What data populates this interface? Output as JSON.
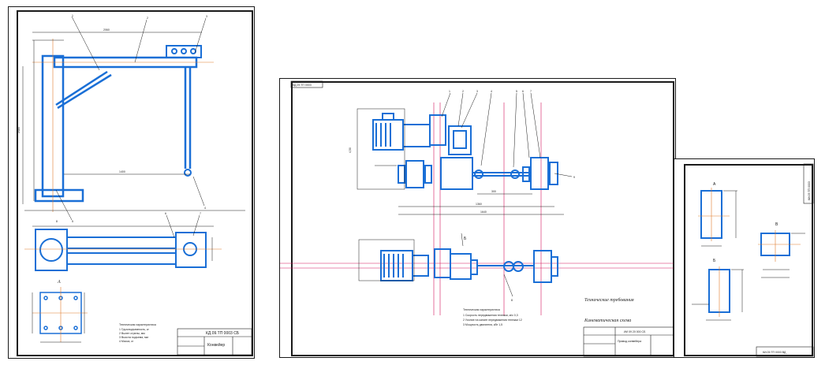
{
  "colors": {
    "part": "#1a6fd6",
    "axis": "#d4145a",
    "centerline": "#e07a2a",
    "line": "#1a1a1a"
  },
  "sheet1": {
    "title_code": "КД.09.ТП 0003 СБ",
    "title_name": "Конвейер",
    "view_label": "А",
    "leaders": [
      "1",
      "2",
      "3",
      "4",
      "5",
      "6",
      "7",
      "8"
    ],
    "notes": [
      "Техническая характеристика",
      "1 Грузоподъемность, кг",
      "2 Вылет стрелы, мм",
      "3 Высота подъема, мм",
      "4 Масса, кг"
    ]
  },
  "sheet2": {
    "stamp_code": "ИИ 09 20 000 СБ",
    "stamp_title_top": "КД.09.ТП 0003",
    "stamp_name": "Привод конвейера",
    "caption_tech": "Технические требования",
    "caption_kin": "Кинематическая схема",
    "notes": [
      "Техническая характеристика",
      "1 Скорость передвижения тележки, м/с       0,3",
      "2 Усилие на канате передвижения тележки   12",
      "3 Мощность двигателя, кВт                   1,5"
    ],
    "view_label": "Б",
    "leaders": [
      "1",
      "2",
      "3",
      "4",
      "5",
      "6",
      "7",
      "8",
      "9"
    ]
  },
  "sheet3": {
    "stamp_code": "КИ.09.ТП 0003 ВД",
    "side_title": "КИ.09.ТП 0003",
    "view_labels": [
      "А",
      "Б",
      "В"
    ]
  }
}
